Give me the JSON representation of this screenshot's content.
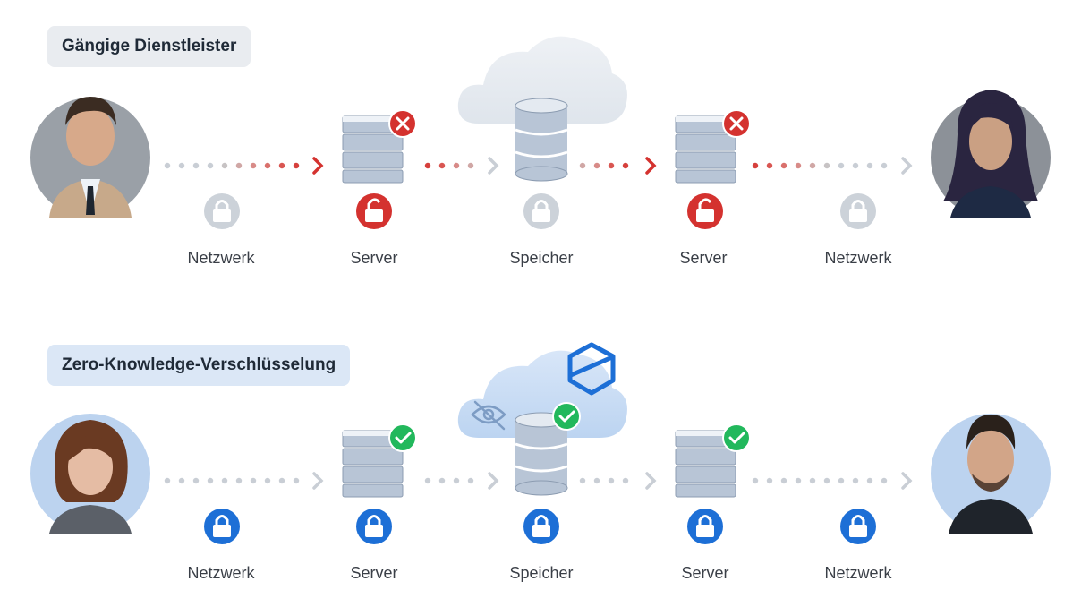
{
  "top": {
    "title": "Gängige Dienstleister",
    "labels": [
      "Netzwerk",
      "Server",
      "Speicher",
      "Server",
      "Netzwerk"
    ]
  },
  "bottom": {
    "title": "Zero-Knowledge-Verschlüsselung",
    "labels": [
      "Netzwerk",
      "Server",
      "Speicher",
      "Server",
      "Netzwerk"
    ]
  },
  "colors": {
    "danger": "#d4322f",
    "success": "#22b85c",
    "lock_blue": "#1d6fd6",
    "lock_gray": "#ccd2d9",
    "server": "#b8c5d6",
    "dot_gray": "#c9ced5"
  }
}
